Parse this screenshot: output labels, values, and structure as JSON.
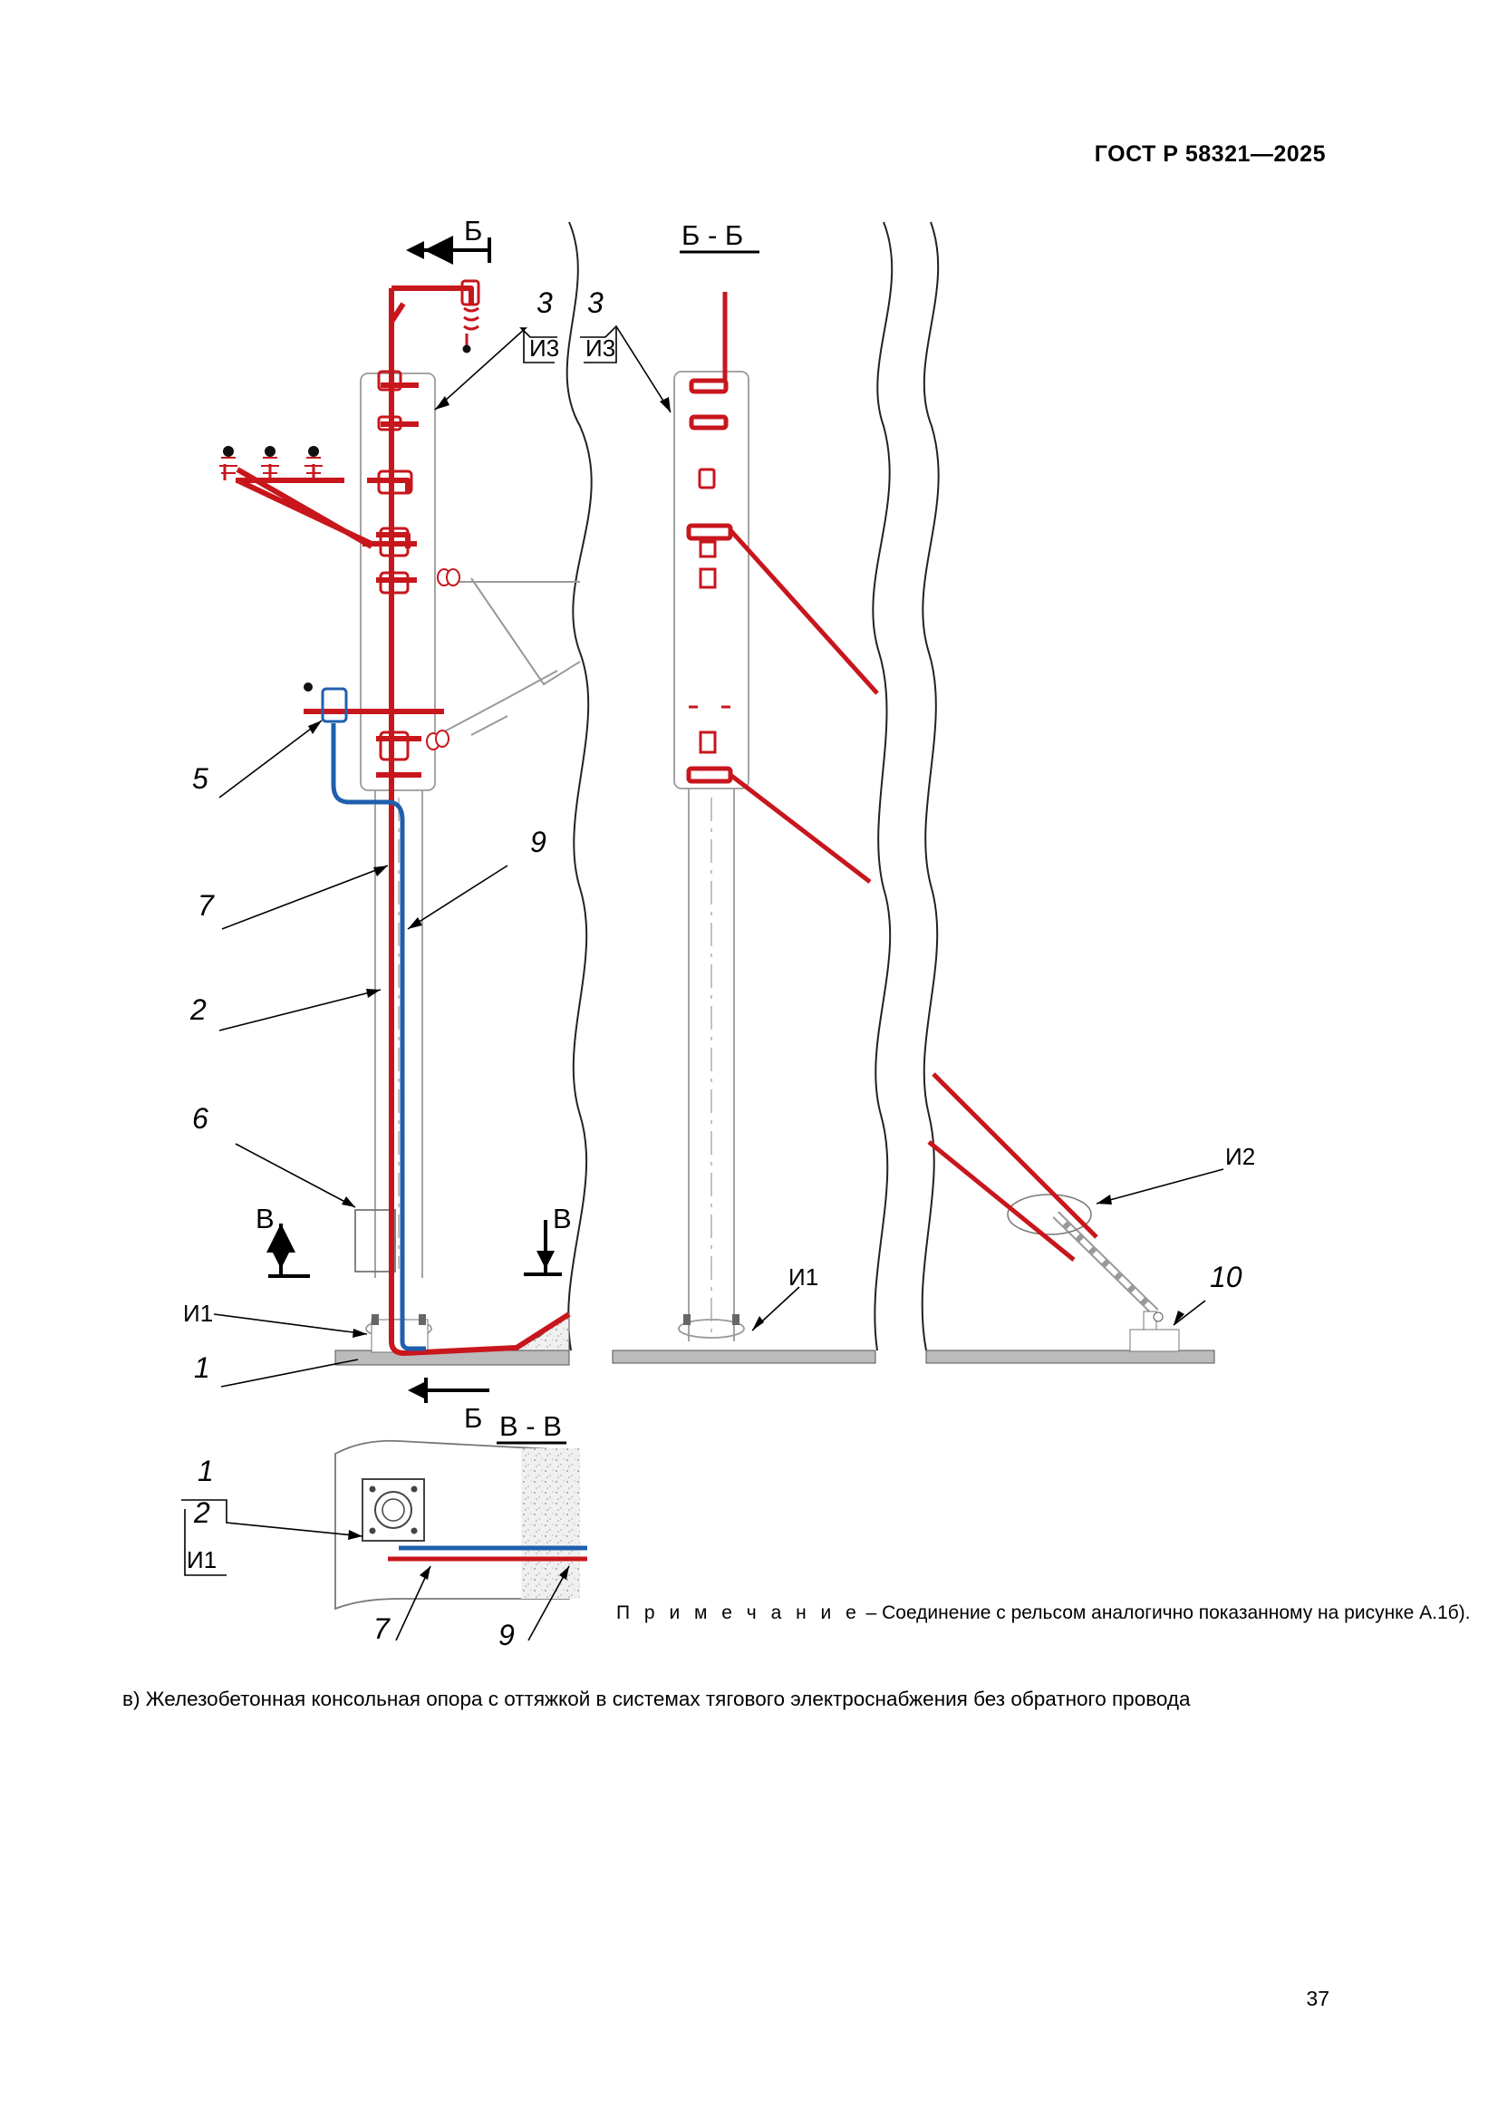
{
  "header": {
    "standard": "ГОСТ Р 58321—2025"
  },
  "page_number": "37",
  "figure": {
    "caption": "в) Железобетонная консольная опора с оттяжкой в системах тягового электроснабжения без обратного провода",
    "note_prefix": "П р и м е ч а н и е",
    "note_text": " – Соединение с рельсом аналогично показанному на рисунке А.1б).",
    "section_labels": {
      "cut_b": "Б",
      "view_bb": "Б - Б",
      "cut_v": "В",
      "view_vv": "В - В"
    },
    "callouts": {
      "n1": "1",
      "n2": "2",
      "n3": "3",
      "n5": "5",
      "n6": "6",
      "n7": "7",
      "n9": "9",
      "n10": "10",
      "i1": "И1",
      "i2": "И2",
      "i3": "И3"
    },
    "colors": {
      "ground_conductor": "#c8161d",
      "return_conductor": "#1f5fae",
      "outline": "#9a9a9a"
    }
  }
}
